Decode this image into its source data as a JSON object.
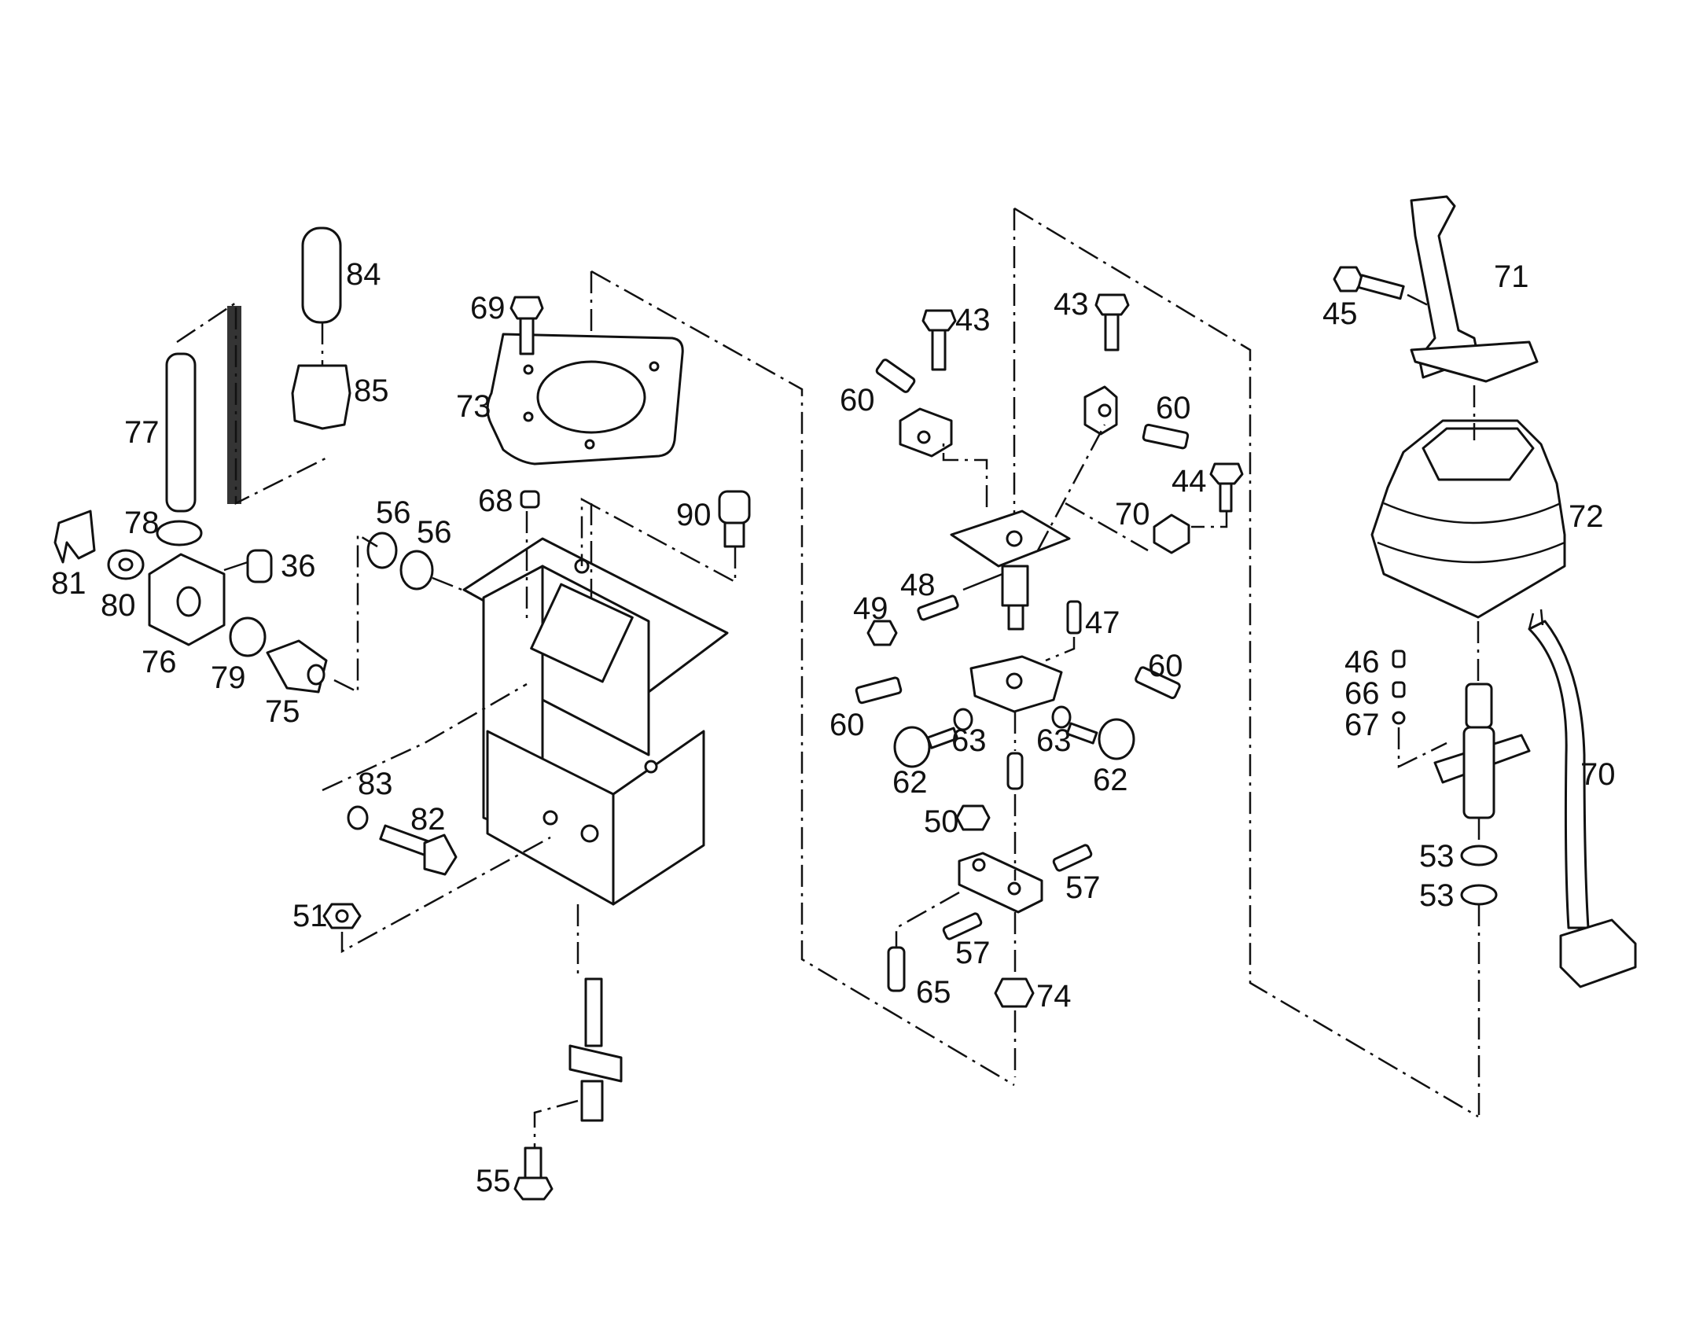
{
  "diagram": {
    "callouts": [
      {
        "id": "84",
        "text": "84"
      },
      {
        "id": "85",
        "text": "85"
      },
      {
        "id": "77",
        "text": "77"
      },
      {
        "id": "78",
        "text": "78"
      },
      {
        "id": "81",
        "text": "81"
      },
      {
        "id": "80",
        "text": "80"
      },
      {
        "id": "76",
        "text": "76"
      },
      {
        "id": "36",
        "text": "36"
      },
      {
        "id": "79",
        "text": "79"
      },
      {
        "id": "75",
        "text": "75"
      },
      {
        "id": "56a",
        "text": "56"
      },
      {
        "id": "56b",
        "text": "56"
      },
      {
        "id": "69",
        "text": "69"
      },
      {
        "id": "73",
        "text": "73"
      },
      {
        "id": "68",
        "text": "68"
      },
      {
        "id": "90",
        "text": "90"
      },
      {
        "id": "83",
        "text": "83"
      },
      {
        "id": "82",
        "text": "82"
      },
      {
        "id": "51",
        "text": "51"
      },
      {
        "id": "55",
        "text": "55"
      },
      {
        "id": "43a",
        "text": "43"
      },
      {
        "id": "43b",
        "text": "43"
      },
      {
        "id": "60a",
        "text": "60"
      },
      {
        "id": "60b",
        "text": "60"
      },
      {
        "id": "44",
        "text": "44"
      },
      {
        "id": "70a",
        "text": "70"
      },
      {
        "id": "48",
        "text": "48"
      },
      {
        "id": "49",
        "text": "49"
      },
      {
        "id": "47",
        "text": "47"
      },
      {
        "id": "60c",
        "text": "60"
      },
      {
        "id": "60d",
        "text": "60"
      },
      {
        "id": "63a",
        "text": "63"
      },
      {
        "id": "63b",
        "text": "63"
      },
      {
        "id": "62a",
        "text": "62"
      },
      {
        "id": "62b",
        "text": "62"
      },
      {
        "id": "50",
        "text": "50"
      },
      {
        "id": "57a",
        "text": "57"
      },
      {
        "id": "57b",
        "text": "57"
      },
      {
        "id": "65",
        "text": "65"
      },
      {
        "id": "74",
        "text": "74"
      },
      {
        "id": "71",
        "text": "71"
      },
      {
        "id": "45",
        "text": "45"
      },
      {
        "id": "72",
        "text": "72"
      },
      {
        "id": "46",
        "text": "46"
      },
      {
        "id": "66",
        "text": "66"
      },
      {
        "id": "67",
        "text": "67"
      },
      {
        "id": "70b",
        "text": "70"
      },
      {
        "id": "53a",
        "text": "53"
      },
      {
        "id": "53b",
        "text": "53"
      }
    ]
  }
}
